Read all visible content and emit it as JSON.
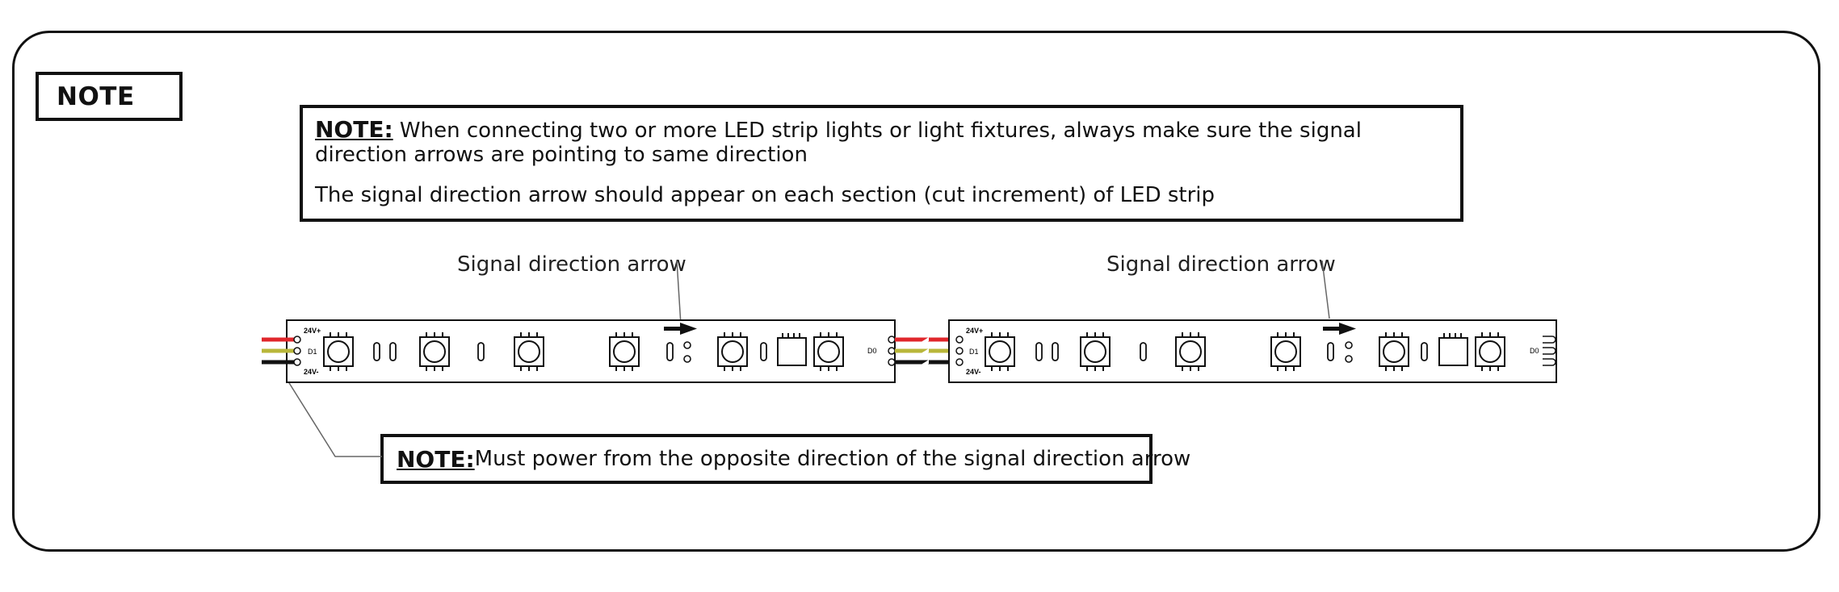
{
  "section_tag": "NOTE",
  "note_main": {
    "label": "NOTE:",
    "line1": " When connecting two or more LED strip lights or light fixtures, always make sure the signal direction arrows are pointing to same direction",
    "line2": "The signal direction arrow should appear on each section (cut increment) of LED strip"
  },
  "callouts": {
    "strip1": "Signal direction arrow",
    "strip2": "Signal direction arrow"
  },
  "note_power": {
    "label": "NOTE:",
    "text": " Must power from the opposite direction of the signal direction arrow"
  },
  "strip_labels": {
    "v_plus": "24V+",
    "v_minus": "24V-",
    "data_in": "D1",
    "data_out": "D0"
  },
  "colors": {
    "wire_red": "#e0262b",
    "wire_yellow": "#b8b63a",
    "wire_black": "#111111",
    "line": "#111111"
  }
}
